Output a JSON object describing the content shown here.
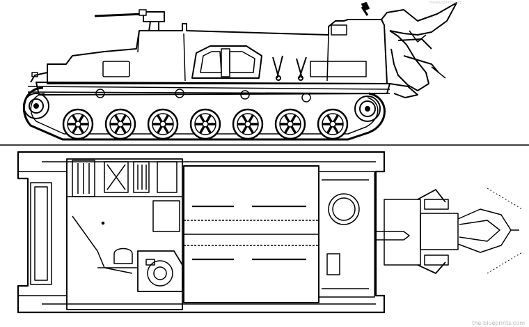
{
  "drawing": {
    "subject": "tracked vehicle with mine plough — side and top views",
    "views": [
      "side-view",
      "top-view"
    ],
    "road_wheels_per_side": 7,
    "line_color": "#000000",
    "background_color": "#ffffff"
  },
  "watermark": {
    "text": "the-blueprints.com"
  }
}
